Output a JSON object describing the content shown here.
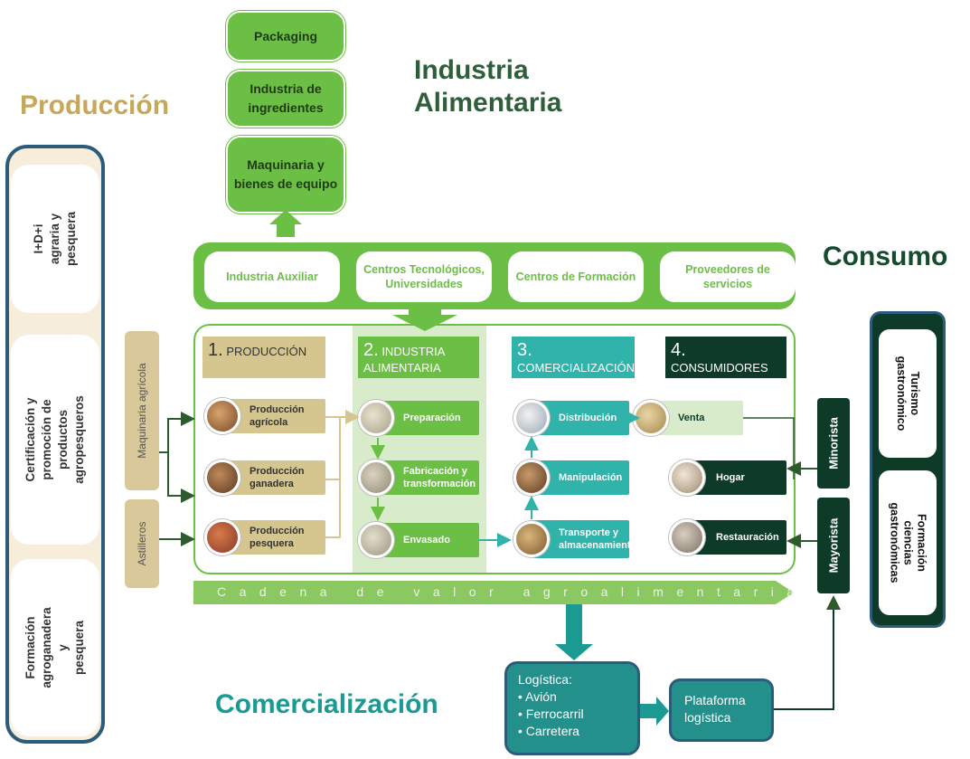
{
  "headings": {
    "produccion": "Producción",
    "industria_1": "Industria",
    "industria_2": "Alimentaria",
    "consumo": "Consumo",
    "comercializacion": "Comercialización"
  },
  "top_boxes": [
    {
      "label": "Packaging"
    },
    {
      "label": "Industria de ingredientes"
    },
    {
      "label": "Maquinaria y bienes de equipo"
    }
  ],
  "left_column": [
    {
      "label": "I+D+i agraria y\npesquera"
    },
    {
      "label": "Certificación y\npromoción de productos\nagropesqueros"
    },
    {
      "label": "Formación\nagroganadera y\npesquera"
    }
  ],
  "side_labels": {
    "maquinaria": "Maquinaria agrícola",
    "astilleros": "Astilleros"
  },
  "actors": [
    {
      "label": "Industria Auxiliar"
    },
    {
      "label": "Centros Tecnológicos, Universidades"
    },
    {
      "label": "Centros de Formación"
    },
    {
      "label": "Proveedores de servicios"
    }
  ],
  "stages": [
    {
      "num": "1.",
      "title": "PRODUCCIÓN",
      "color": "#d4c68e"
    },
    {
      "num": "2.",
      "title": "INDUSTRIA ALIMENTARIA",
      "color": "#6cbf45"
    },
    {
      "num": "3.",
      "title": "COMERCIALIZACIÓN O VENTA",
      "color": "#2fb3ab"
    },
    {
      "num": "4.",
      "title": "CONSUMIDORES",
      "color": "#0d3b28"
    }
  ],
  "steps": {
    "produccion": [
      "Producción agrícola",
      "Producción ganadera",
      "Producción pesquera"
    ],
    "industria": [
      "Preparación",
      "Fabricación y transformación",
      "Envasado"
    ],
    "comercializacion": [
      "Distribución",
      "Manipulación",
      "Transporte y almacenamiento"
    ],
    "consumidores": [
      "Venta",
      "Hogar",
      "Restauración"
    ]
  },
  "value_chain_label": "Cadena de valor agroalimentaria",
  "channels": {
    "minorista": "Minorista",
    "mayorista": "Mayorista"
  },
  "consumo_cards": [
    {
      "label": "Turismo\ngastronómico"
    },
    {
      "label": "Formación\nciencias\ngastronómicas"
    }
  ],
  "logistica": {
    "title": "Logística:",
    "items": [
      "Avión",
      "Ferrocarril",
      "Carretera"
    ]
  },
  "plataforma": "Plataforma logística",
  "colors": {
    "green": "#6cbf45",
    "beige": "#d9c99a",
    "teal": "#23908c",
    "dark_green": "#0d3b28",
    "navy": "#2d5b7a"
  }
}
